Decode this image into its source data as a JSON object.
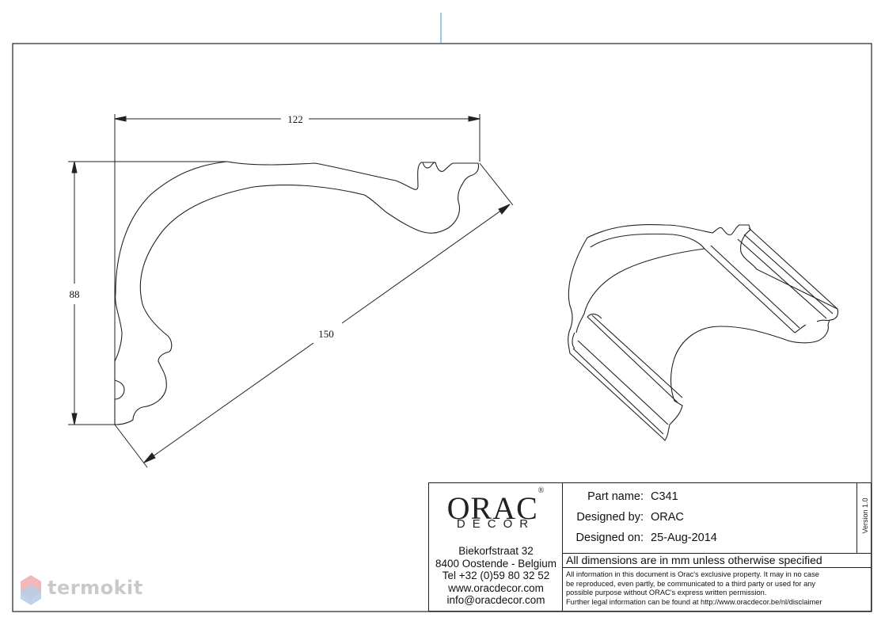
{
  "dimensions": {
    "width": "122",
    "height": "88",
    "diagonal": "150"
  },
  "title_block": {
    "logo_word": "ORAC",
    "logo_sub": "DECOR",
    "logo_reg": "®",
    "address": [
      "Biekorfstraat 32",
      "8400 Oostende - Belgium",
      "Tel  +32 (0)59 80 32 52",
      "www.oracdecor.com",
      "info@oracdecor.com"
    ],
    "fields": [
      {
        "label": "Part name:",
        "value": "C341"
      },
      {
        "label": "Designed by:",
        "value": "ORAC"
      },
      {
        "label": "Designed on:",
        "value": "25-Aug-2014"
      }
    ],
    "version": "Version 1.0",
    "units_note": "All dimensions are in mm unless otherwise specified",
    "legal": [
      "All information in this document is Orac's exclusive property.  It may in no case",
      "be reproduced, even partly, be communicated to a third party or used for any",
      "possible purpose without ORAC's express written permission.",
      "Further legal information can be found at http://www.oracdecor.be/nl/disclaimer"
    ]
  },
  "watermark": {
    "text": "termokit"
  },
  "colors": {
    "line": "#222222",
    "accent_tick": "#5aa9d6",
    "watermark_red": "#f2b8b8",
    "watermark_blue": "#b9cde6"
  }
}
